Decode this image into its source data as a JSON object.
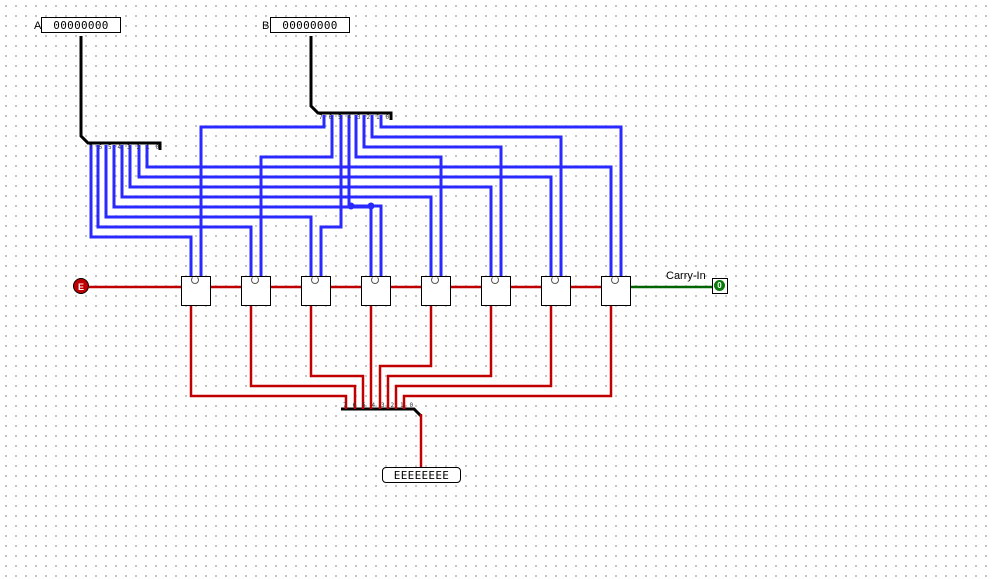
{
  "inputs": {
    "a": {
      "label": "A",
      "value": "00000000"
    },
    "b": {
      "label": "B",
      "value": "00000000"
    },
    "error_pin": {
      "value": "E"
    }
  },
  "outputs": {
    "carry_in": {
      "label": "Carry-In",
      "value": "0"
    },
    "sum": {
      "value": "EEEEEEEE"
    }
  },
  "components": {
    "adder_count": 8,
    "splitter_bit_labels": [
      "7",
      "6",
      "5",
      "4",
      "3",
      "2",
      "1",
      "0"
    ]
  },
  "colors": {
    "bus_wire": "#000000",
    "bit_wire_value": "#2a2aff",
    "error_wire": "#c00000",
    "zero_wire": "#006400"
  }
}
